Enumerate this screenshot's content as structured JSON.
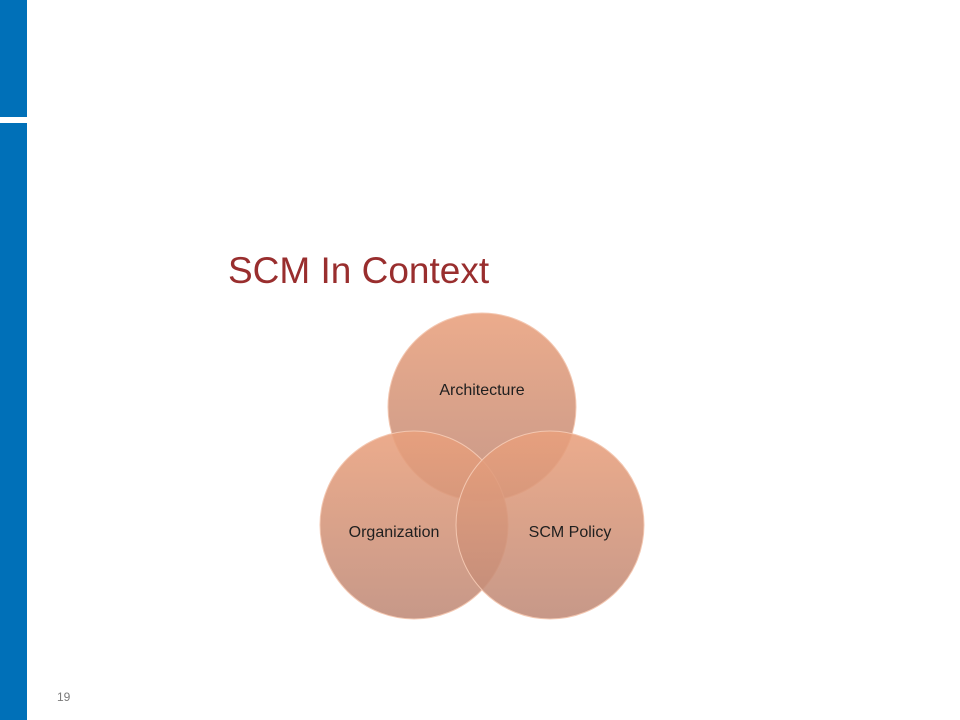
{
  "slide": {
    "title": "SCM In Context",
    "page_number": "19"
  },
  "diagram": {
    "type": "venn",
    "circles": [
      {
        "label": "Architecture"
      },
      {
        "label": "Organization"
      },
      {
        "label": "SCM Policy"
      }
    ]
  },
  "colors": {
    "sidebar": "#0070b8",
    "title": "#992e2e",
    "circle_top": "#e9a07c",
    "circle_bottom": "#bf8a78"
  }
}
